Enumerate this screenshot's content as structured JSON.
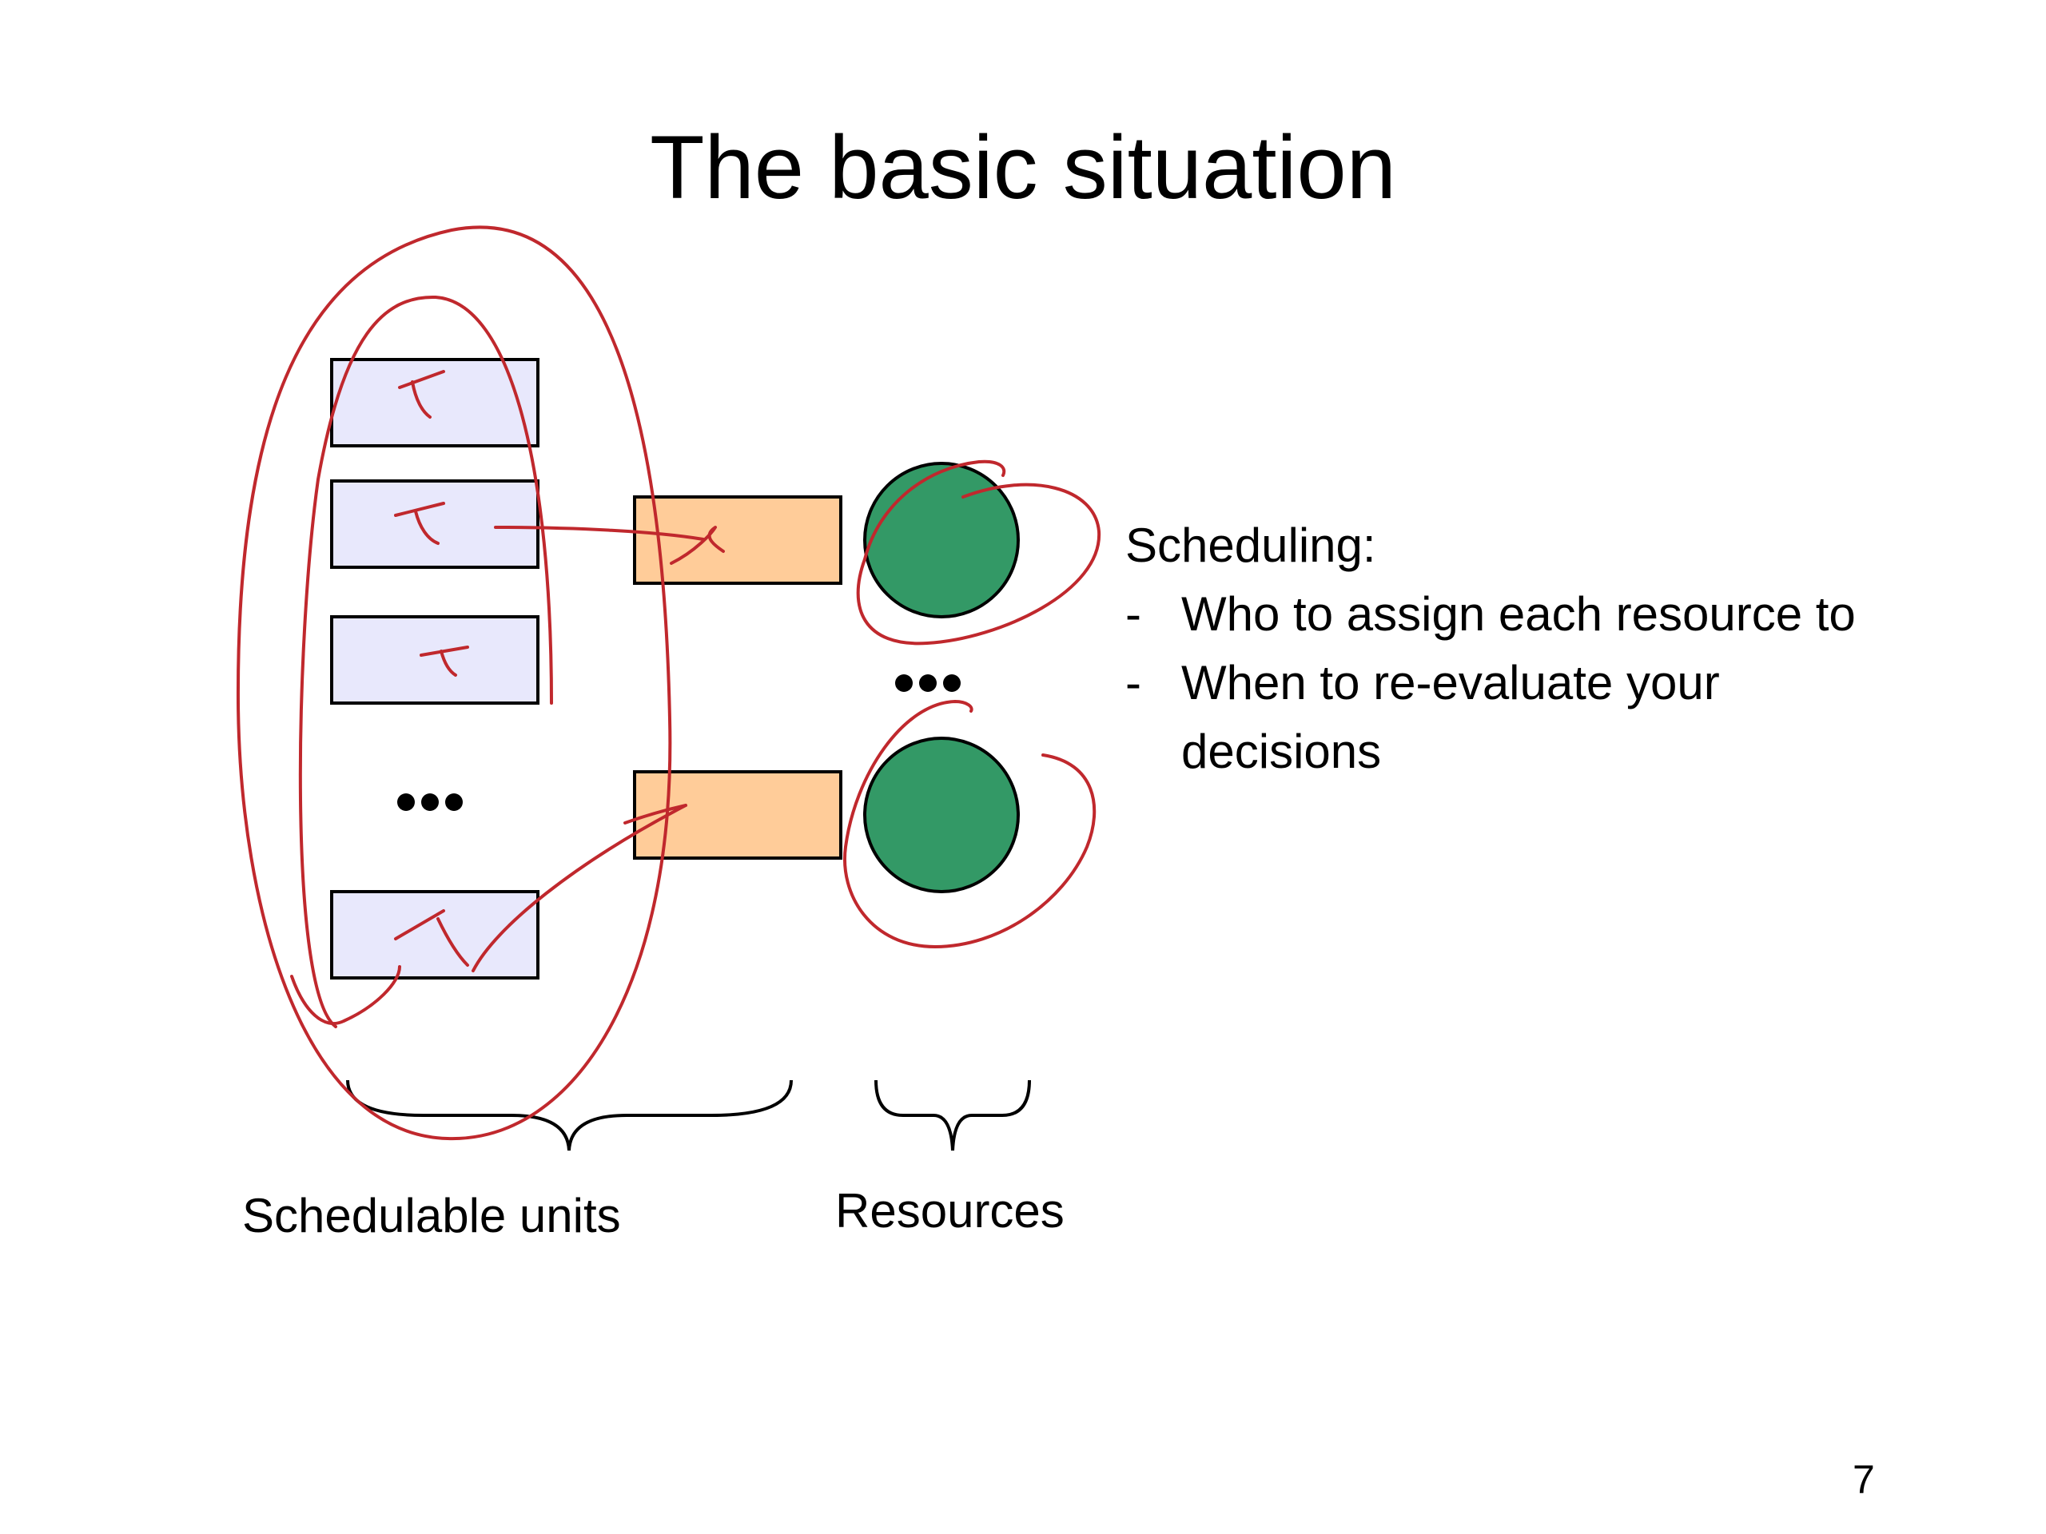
{
  "slide": {
    "title": "The basic situation",
    "labels": {
      "schedulable_units": "Schedulable units",
      "resources": "Resources"
    },
    "notes": {
      "heading": "Scheduling:",
      "bullet_marker": "-",
      "items": [
        "Who to assign each resource to",
        "When to re-evaluate your decisions"
      ]
    },
    "ellipsis_symbol": "•••",
    "annotation_letter": "T",
    "page_number": "7"
  },
  "colors": {
    "unit_fill": "#e8e8fc",
    "slot_fill": "#ffcc99",
    "resource_fill": "#339966",
    "ink": "#c0282d",
    "outline": "#000000"
  }
}
